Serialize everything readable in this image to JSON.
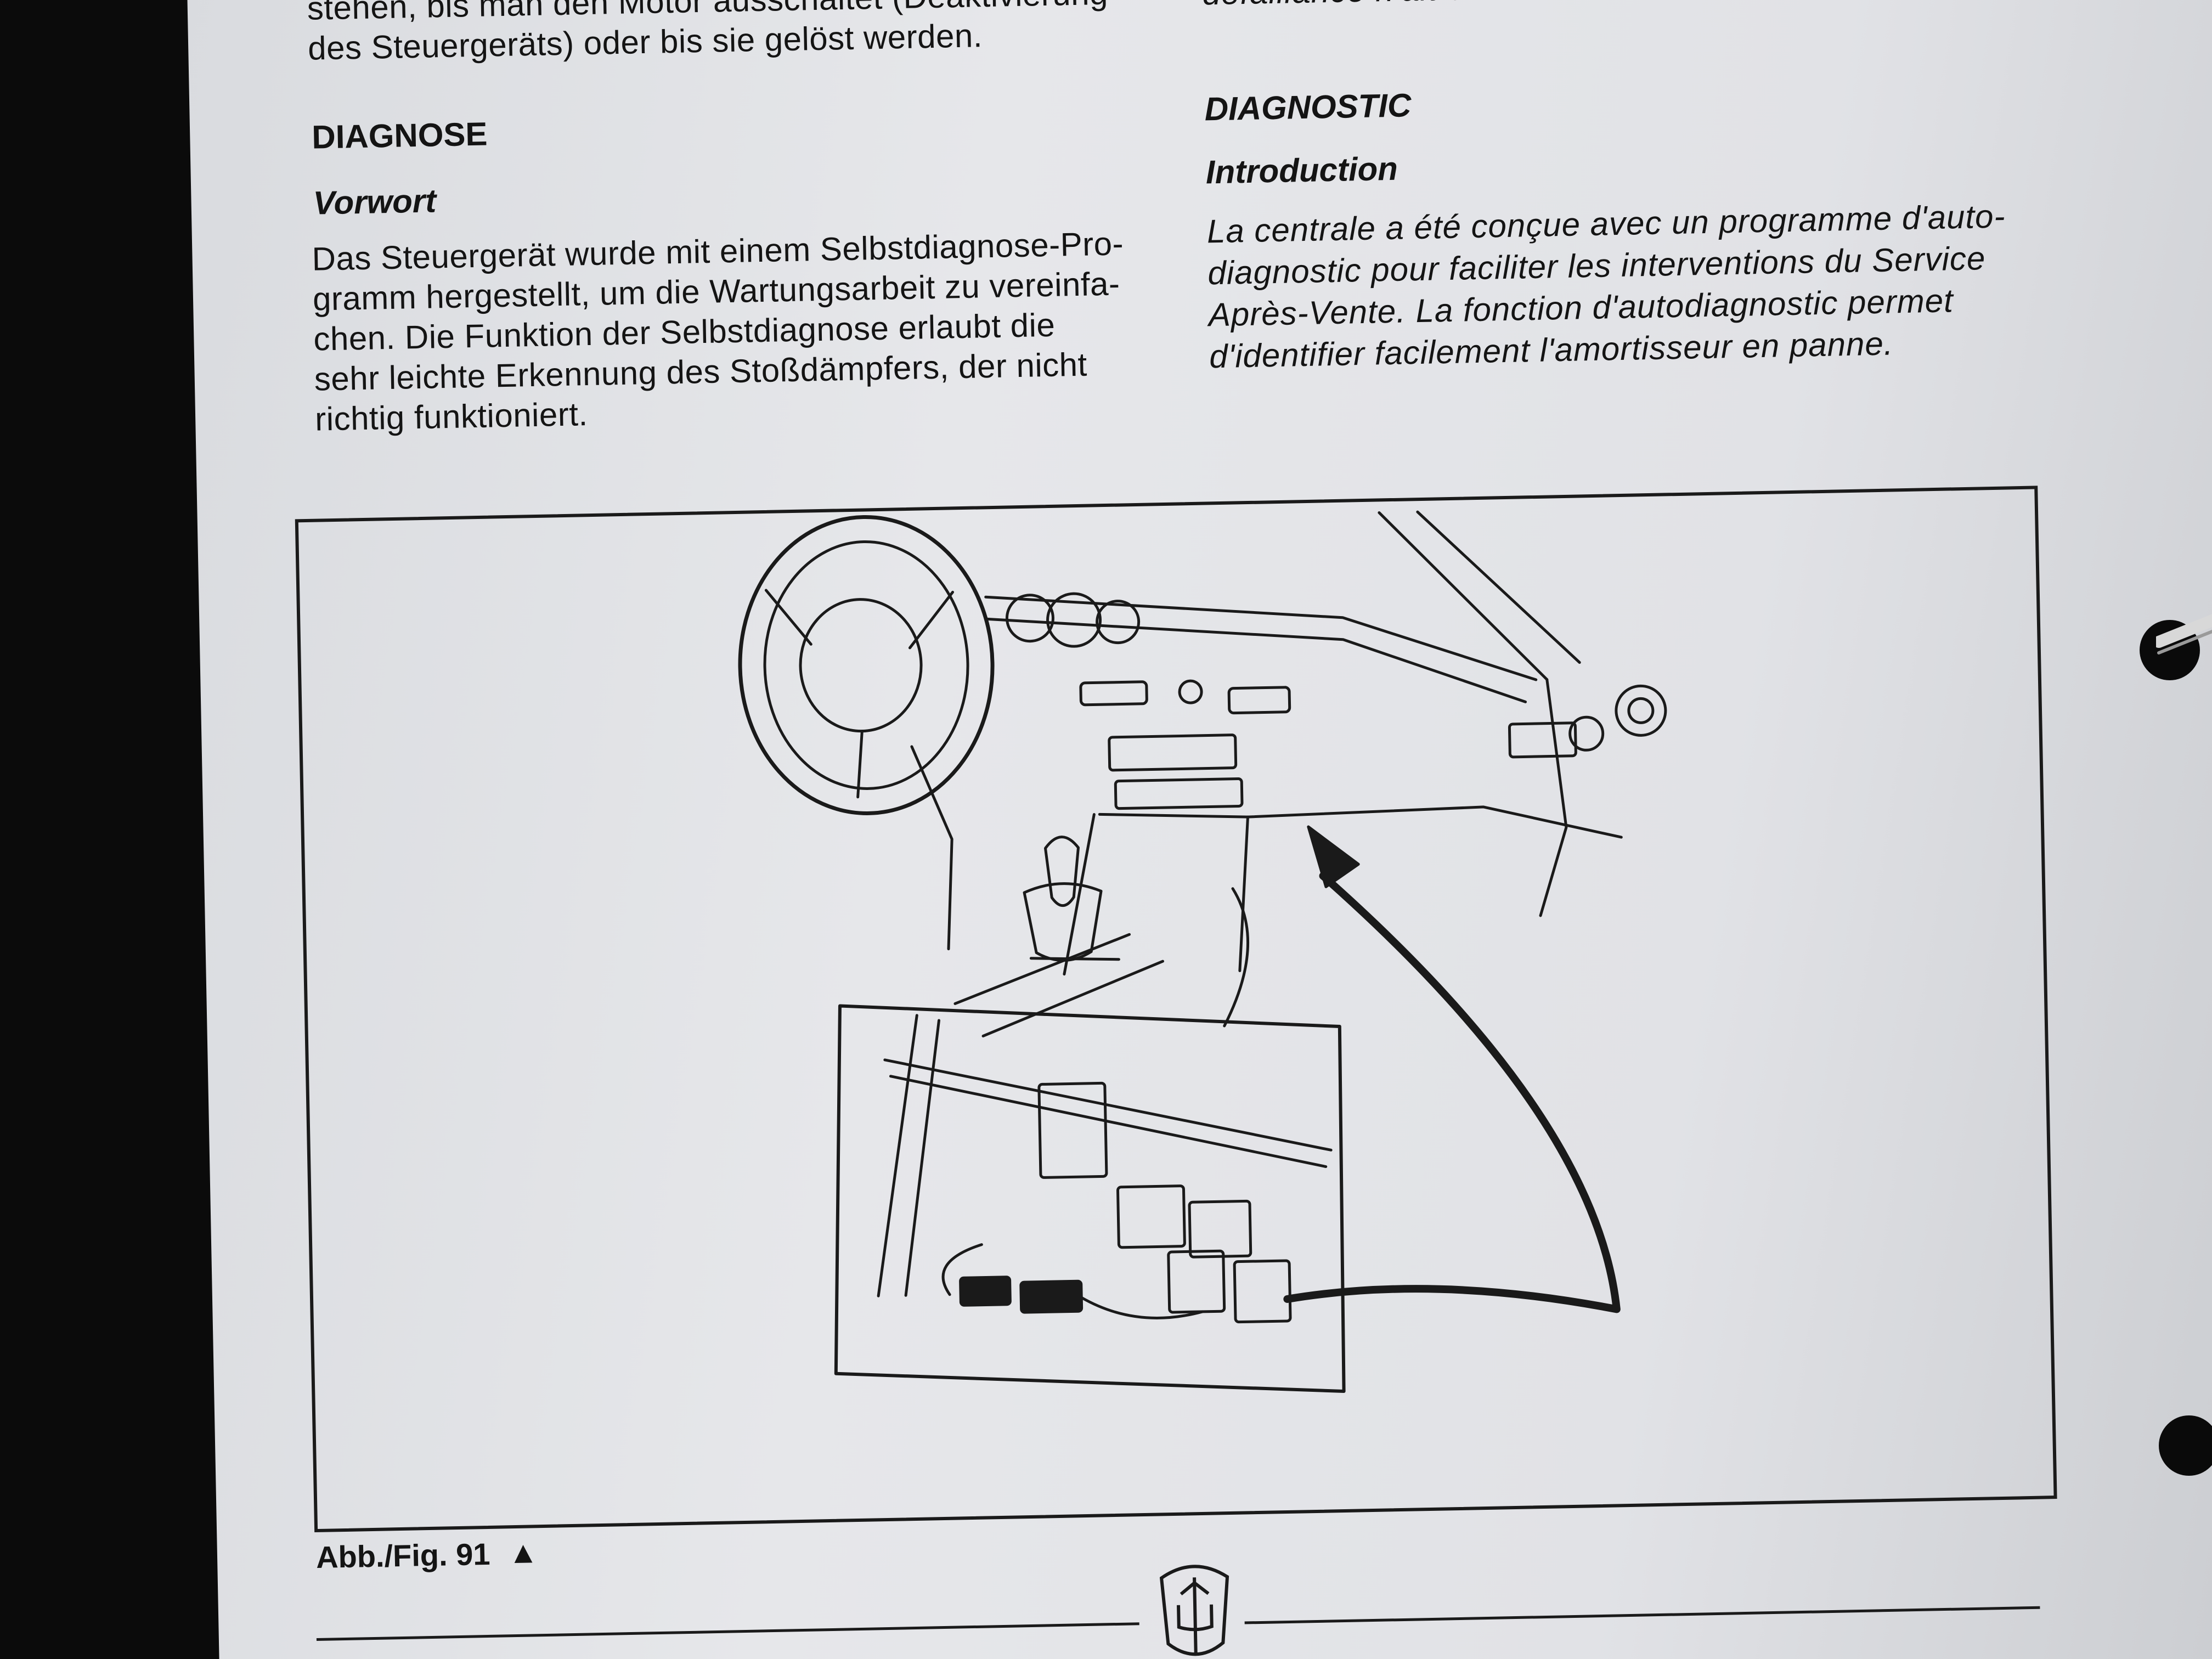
{
  "document": {
    "german": {
      "top_paragraph": "Alle Fehlermeldungen (rote Meldeleuchte...\nstehen, bis man den Motor ausschaltet (Deaktivierung\ndes Steuergeräts) oder bis sie gelöst werden.",
      "heading": "DIAGNOSE",
      "subheading": "Vorwort",
      "body": "Das Steuergerät wurde mit einem Selbstdiagnose-Pro-\ngramm hergestellt, um die Wartungsarbeit zu vereinfa-\nchen. Die Funktion der Selbstdiagnose erlaubt die\nsehr leichte Erkennung des Stoßdämpfers, der nicht\nrichtig funktioniert."
    },
    "french": {
      "top_paragraph": "(désactivation de la centrale) ou jusqu'à ce que la\ndéfaillance n'ait été éliminée.",
      "heading": "DIAGNOSTIC",
      "subheading": "Introduction",
      "body": "La centrale a été conçue avec un programme d'auto-\ndiagnostic pour faciliter les interventions du Service\nAprès-Vente. La fonction d'autodiagnostic permet\nd'identifier facilement l'amortisseur en panne."
    },
    "figure": {
      "caption": "Abb./Fig. 91",
      "caption_marker": "▲"
    },
    "footer": {
      "logo": "trident-emblem"
    }
  }
}
